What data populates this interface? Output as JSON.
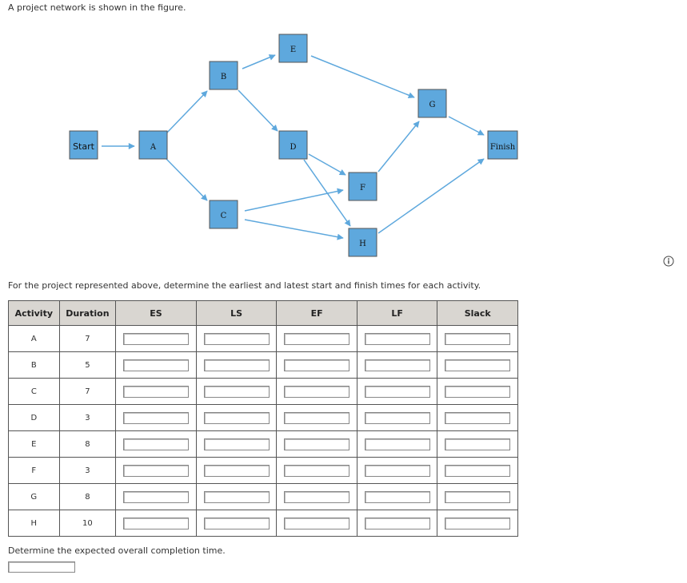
{
  "intro_text": "A project network is shown in the figure.",
  "network": {
    "nodes": {
      "start": "Start",
      "a": "A",
      "b": "B",
      "c": "C",
      "d": "D",
      "e": "E",
      "f": "F",
      "g": "G",
      "h": "H",
      "finish": "Finish"
    },
    "node_color": "#5ea8dd",
    "arrow_color": "#5ea8dd"
  },
  "question_text": "For the project represented above, determine the earliest and latest start and finish times for each activity.",
  "table": {
    "headers": [
      "Activity",
      "Duration",
      "ES",
      "LS",
      "EF",
      "LF",
      "Slack"
    ],
    "rows": [
      {
        "activity": "A",
        "duration": "7"
      },
      {
        "activity": "B",
        "duration": "5"
      },
      {
        "activity": "C",
        "duration": "7"
      },
      {
        "activity": "D",
        "duration": "3"
      },
      {
        "activity": "E",
        "duration": "8"
      },
      {
        "activity": "F",
        "duration": "3"
      },
      {
        "activity": "G",
        "duration": "8"
      },
      {
        "activity": "H",
        "duration": "10"
      }
    ]
  },
  "completion_text": "Determine the expected overall completion time.",
  "icons": {
    "info": "info-icon"
  }
}
